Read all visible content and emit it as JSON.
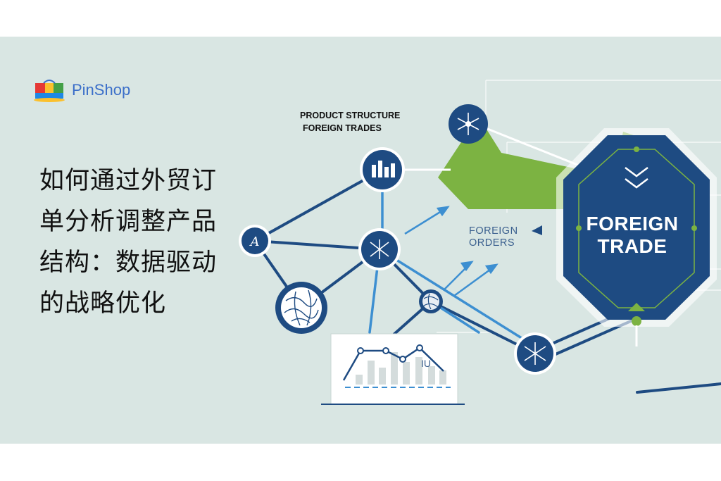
{
  "brand": {
    "name": "PinShop",
    "logo_icon": "shopping-bag-icon"
  },
  "headline": {
    "lines": [
      "如何通过外贸订",
      "单分析调整产品",
      "结构：数据驱动",
      "的战略优化"
    ]
  },
  "caption": {
    "line1": "PRODUCT STRUCTURE",
    "line2": "FOREIGN TRADES"
  },
  "orders_label": {
    "line1": "FOREIGN",
    "line2": "ORDERS"
  },
  "badge": {
    "line1": "FOREIGN",
    "line2": "TRADE"
  },
  "chart_glyph": "IU",
  "colors": {
    "background": "#d9e6e3",
    "navy": "#1e4b82",
    "green": "#7cb342",
    "light_blue": "#3d8fd1"
  }
}
